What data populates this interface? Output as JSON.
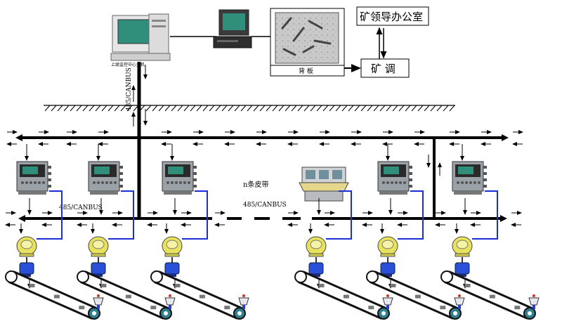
{
  "offices": {
    "mine_leader_office": "矿领导办公室",
    "mine_dispatch": "矿 调",
    "alarm_panel_caption": "背 板"
  },
  "host_computer_caption": "上级监控中心主机",
  "bus_labels": {
    "vertical": "485/CANBUS",
    "lower_left": "485/CANBUS",
    "lower_middle": "485/CANBUS"
  },
  "belt_count_label": "n条皮带",
  "colors": {
    "bus_line": "#000000",
    "signal_link": "#1a2fd6",
    "sensor_yellow": "#e8e35a",
    "motor_blue": "#2a4fd8",
    "controller_gray": "#9aa2a8",
    "screen_teal": "#2f8f7a"
  },
  "icons": [
    "host-computer-icon",
    "monitor-icon",
    "alarm-panel-icon",
    "controller-icon",
    "console-icon",
    "sensor-icon",
    "motor-icon",
    "belt-conveyor-icon",
    "buzzer-icon",
    "arrow-icon"
  ]
}
